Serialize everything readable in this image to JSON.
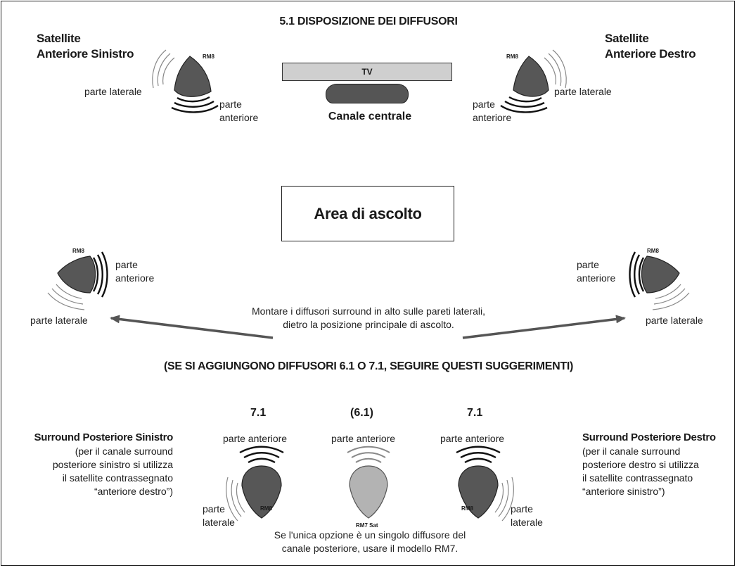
{
  "title": "5.1 DISPOSIZIONE DEI DIFFUSORI",
  "front_left": {
    "heading": [
      "Satellite",
      "Anteriore Sinistro"
    ],
    "model": "RM8",
    "side_label": "parte laterale",
    "front_label": [
      "parte",
      "anteriore"
    ]
  },
  "front_right": {
    "heading": [
      "Satellite",
      "Anteriore Destro"
    ],
    "model": "RM8",
    "side_label": "parte laterale",
    "front_label": [
      "parte",
      "anteriore"
    ]
  },
  "tv": {
    "label": "TV"
  },
  "center": {
    "caption": "Canale centrale"
  },
  "listening_area": "Area di ascolto",
  "surround_left": {
    "model": "RM8",
    "front_label": [
      "parte",
      "anteriore"
    ],
    "side_label": "parte laterale"
  },
  "surround_right": {
    "model": "RM8",
    "front_label": [
      "parte",
      "anteriore"
    ],
    "side_label": "parte laterale"
  },
  "mounting_note": [
    "Montare i diffusori surround in alto sulle pareti laterali,",
    "dietro la posizione principale di ascolto."
  ],
  "section_heading": "(SE SI AGGIUNGONO DIFFUSORI 6.1 O 7.1, SEGUIRE QUESTI SUGGERIMENTI)",
  "rear_left_text": {
    "heading": "Surround Posteriore Sinistro",
    "lines": [
      "(per il canale surround",
      "posteriore sinistro si utilizza",
      "il satellite contrassegnato",
      "“anteriore destro”)"
    ]
  },
  "rear_right_text": {
    "heading": "Surround Posteriore Destro",
    "lines": [
      "(per il canale surround",
      "posteriore destro si utilizza",
      "il satellite contrassegnato",
      "“anteriore sinistro”)"
    ]
  },
  "rear_speakers": [
    {
      "config": "7.1",
      "front_label": "parte anteriore",
      "model": "RM8",
      "side_label": [
        "parte",
        "laterale"
      ]
    },
    {
      "config": "(6.1)",
      "front_label": "parte anteriore",
      "model": "RM7 Sat"
    },
    {
      "config": "7.1",
      "front_label": "parte anteriore",
      "model": "RM8",
      "side_label": [
        "parte",
        "laterale"
      ]
    }
  ],
  "rear_note": [
    "Se l'unica opzione è un singolo diffusore del",
    "canale posteriore, usare il modello RM7."
  ],
  "colors": {
    "speaker_dark": "#575757",
    "speaker_light": "#b3b3b3",
    "tv_fill": "#cfcfcf",
    "arrow": "#555555"
  }
}
